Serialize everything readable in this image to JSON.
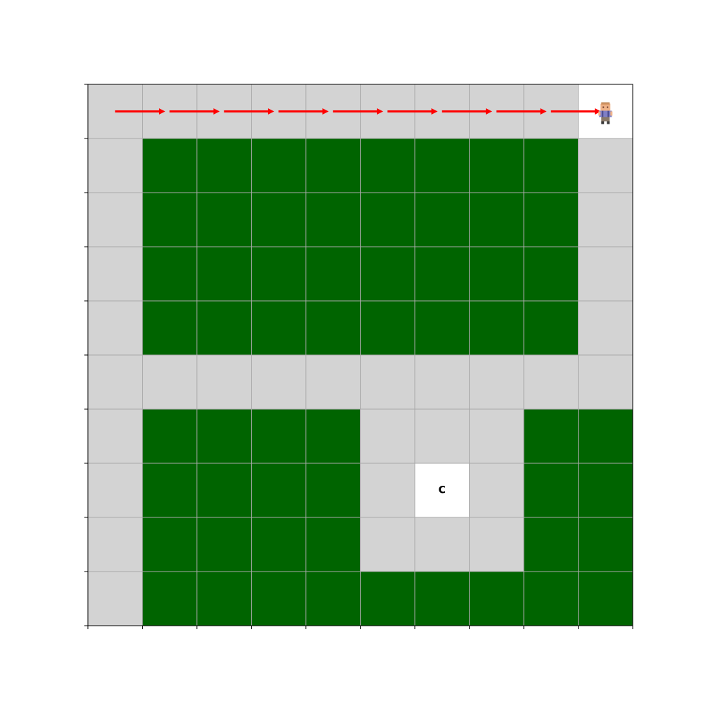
{
  "grid": {
    "rows": 10,
    "cols": 10,
    "colors": {
      "wall": "#006400",
      "floor": "#d3d3d3",
      "open": "#ffffff",
      "gridline": "#a9a9a9",
      "path": "#ff0000",
      "frame": "#000000"
    },
    "cells": [
      [
        "floor",
        "floor",
        "floor",
        "floor",
        "floor",
        "floor",
        "floor",
        "floor",
        "floor",
        "open"
      ],
      [
        "floor",
        "wall",
        "wall",
        "wall",
        "wall",
        "wall",
        "wall",
        "wall",
        "wall",
        "floor"
      ],
      [
        "floor",
        "wall",
        "wall",
        "wall",
        "wall",
        "wall",
        "wall",
        "wall",
        "wall",
        "floor"
      ],
      [
        "floor",
        "wall",
        "wall",
        "wall",
        "wall",
        "wall",
        "wall",
        "wall",
        "wall",
        "floor"
      ],
      [
        "floor",
        "wall",
        "wall",
        "wall",
        "wall",
        "wall",
        "wall",
        "wall",
        "wall",
        "floor"
      ],
      [
        "floor",
        "floor",
        "floor",
        "floor",
        "floor",
        "floor",
        "floor",
        "floor",
        "floor",
        "floor"
      ],
      [
        "floor",
        "wall",
        "wall",
        "wall",
        "wall",
        "floor",
        "floor",
        "floor",
        "wall",
        "wall"
      ],
      [
        "floor",
        "wall",
        "wall",
        "wall",
        "wall",
        "floor",
        "open",
        "floor",
        "wall",
        "wall"
      ],
      [
        "floor",
        "wall",
        "wall",
        "wall",
        "wall",
        "floor",
        "floor",
        "floor",
        "wall",
        "wall"
      ],
      [
        "floor",
        "wall",
        "wall",
        "wall",
        "wall",
        "wall",
        "wall",
        "wall",
        "wall",
        "wall"
      ]
    ]
  },
  "goal": {
    "label": "C",
    "row": 7,
    "col": 6
  },
  "agent": {
    "name": "player-sprite",
    "row": 0,
    "col": 9
  },
  "path": {
    "direction": "right",
    "moves": [
      {
        "row": 0,
        "col": 0
      },
      {
        "row": 0,
        "col": 1
      },
      {
        "row": 0,
        "col": 2
      },
      {
        "row": 0,
        "col": 3
      },
      {
        "row": 0,
        "col": 4
      },
      {
        "row": 0,
        "col": 5
      },
      {
        "row": 0,
        "col": 6
      },
      {
        "row": 0,
        "col": 7
      },
      {
        "row": 0,
        "col": 8
      }
    ]
  }
}
